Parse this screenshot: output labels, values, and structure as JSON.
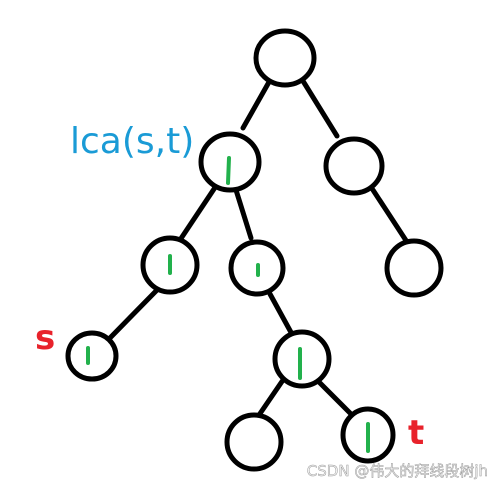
{
  "labels": {
    "lca": "lca(s,t)",
    "s": "s",
    "t": "t"
  },
  "watermark": "CSDN @伟大的拜线段树jh",
  "colors": {
    "lca_label": "#1a9bd6",
    "endpoint_label": "#e8222b",
    "mark": "#22b14c",
    "node_stroke": "#000000",
    "background": "#ffffff"
  },
  "tree": {
    "nodes": [
      "root",
      "lca",
      "right",
      "lca-left",
      "lca-right",
      "right-child",
      "s",
      "mid",
      "leaf",
      "t"
    ],
    "edges": [
      [
        "root",
        "lca"
      ],
      [
        "root",
        "right"
      ],
      [
        "lca",
        "lca-left"
      ],
      [
        "lca",
        "lca-right"
      ],
      [
        "right",
        "right-child"
      ],
      [
        "lca-left",
        "s"
      ],
      [
        "lca-right",
        "mid"
      ],
      [
        "mid",
        "leaf"
      ],
      [
        "mid",
        "t"
      ]
    ],
    "marked": [
      "lca",
      "lca-left",
      "lca-right",
      "s",
      "mid",
      "t"
    ]
  }
}
